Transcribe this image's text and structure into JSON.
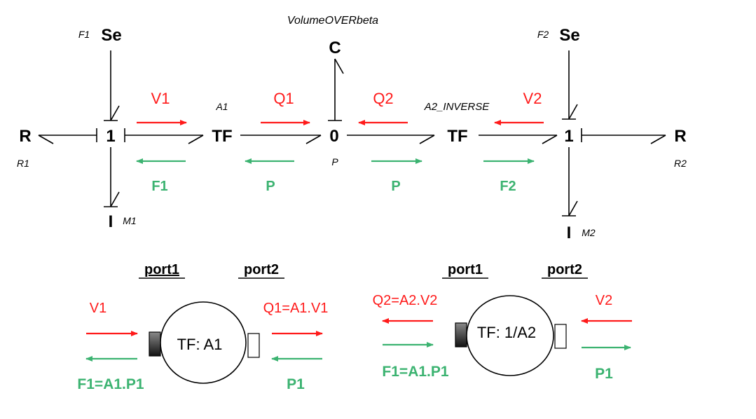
{
  "colors": {
    "red": "#ff1a1a",
    "green": "#3cb371",
    "black": "#000000"
  },
  "diagram": {
    "top": {
      "capacitor_param": "VolumeOVERbeta",
      "C": "C",
      "zero": "0",
      "P": "P",
      "left_source_param": "F1",
      "left_source": "Se",
      "right_source_param": "F2",
      "right_source": "Se",
      "left_one": "1",
      "right_one": "1",
      "left_R": "R",
      "right_R": "R",
      "R1": "R1",
      "R2": "R2",
      "left_I": "I",
      "right_I": "I",
      "M1": "M1",
      "M2": "M2",
      "tf_left": "TF",
      "tf_right": "TF",
      "A1": "A1",
      "A2": "A2_INVERSE",
      "red_labels": {
        "V1": "V1",
        "Q1": "Q1",
        "Q2": "Q2",
        "V2": "V2"
      },
      "green_labels": {
        "F1": "F1",
        "P_a": "P",
        "P_b": "P",
        "F2": "F2"
      }
    },
    "bottom": {
      "left": {
        "port1": "port1",
        "port2": "port2",
        "tf_label": "TF: A1",
        "in_flow": "V1",
        "out_flow": "Q1=A1.V1",
        "in_effort": "F1=A1.P1",
        "out_effort": "P1"
      },
      "right": {
        "port1": "port1",
        "port2": "port2",
        "tf_label": "TF: 1/A2",
        "out_flow": "Q2=A2.V2",
        "in_flow": "V2",
        "out_effort": "F1=A1.P1",
        "in_effort": "P1"
      }
    }
  }
}
